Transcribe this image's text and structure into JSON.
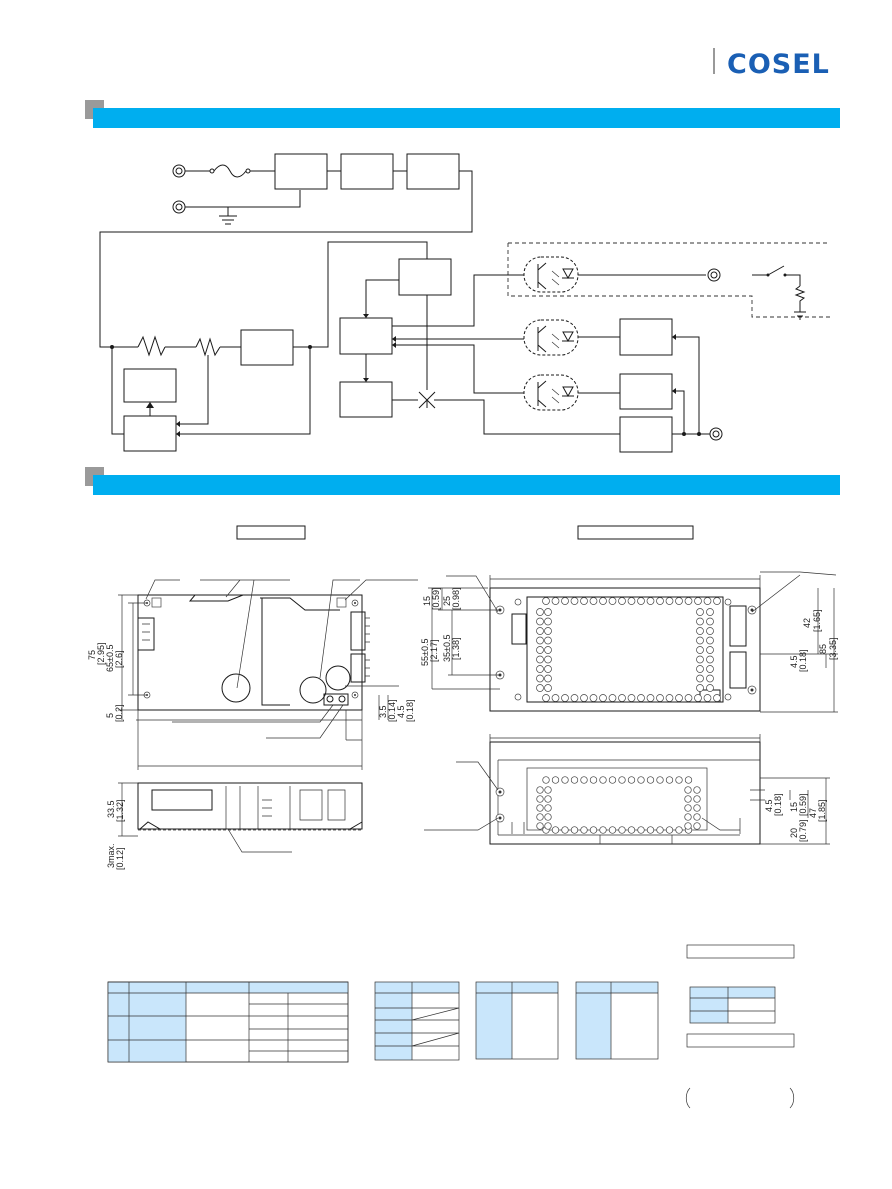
{
  "header": {
    "logo_text": "COSEL",
    "brand_color": "#1a5fb4",
    "bar_color": "#00aeef",
    "marker_color": "#9a9a9a"
  },
  "dimensions": {
    "left_view": {
      "h_total": "75",
      "h_total_in": "[2.95]",
      "h_pitch": "65±0.5",
      "h_pitch_in": "[2.6]",
      "bottom_gap": "5",
      "bottom_gap_in": "[0.2]",
      "right_a": "3.5",
      "right_a_in": "[0.14]",
      "right_b": "4.5",
      "right_b_in": "[0.18]",
      "side_height": "33.5",
      "side_height_in": "[1.32]",
      "max_height": "3max.",
      "max_height_in": "[0.12]"
    },
    "right_view": {
      "top_gap": "15",
      "top_gap_in": "[0.59]",
      "top_b": "25",
      "top_b_in": "[0.98]",
      "pitch_a": "55±0.5",
      "pitch_a_in": "[2.17]",
      "pitch_b": "35±0.5",
      "pitch_b_in": "[1.38]",
      "right_h": "42",
      "right_h_in": "[1.65]",
      "right_offset": "4.5",
      "right_offset_in": "[0.18]",
      "total_h": "85",
      "total_h_in": "[3.35]",
      "side_a": "4.5",
      "side_a_in": "[0.18]",
      "side_b": "15",
      "side_b_in": "[0.59]",
      "side_c": "20",
      "side_c_in": "[0.79]",
      "side_d": "47",
      "side_d_in": "[1.85]"
    }
  }
}
